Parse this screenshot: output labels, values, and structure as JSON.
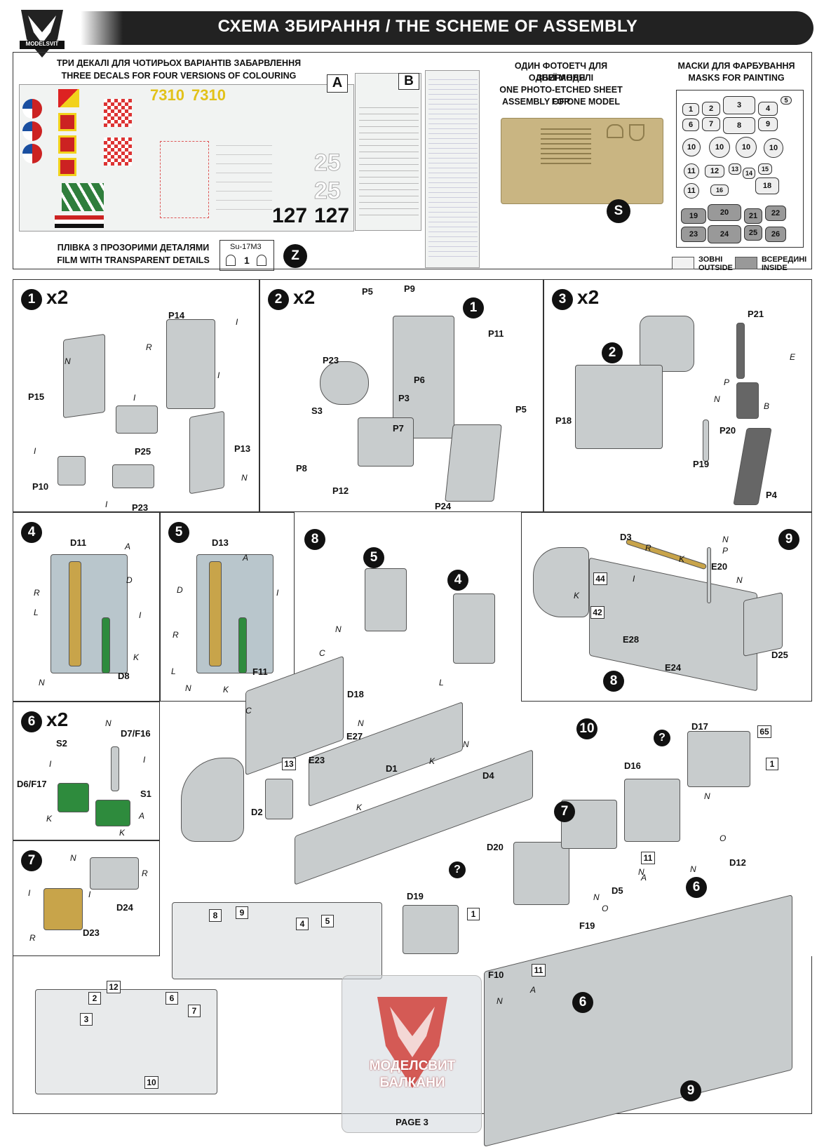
{
  "header": {
    "brand": "MODELSVIT",
    "title": "СХЕМА ЗБИРАННЯ / THE SCHEME OF ASSEMBLY"
  },
  "decals": {
    "line1": "ТРИ ДЕКАЛІ ДЛЯ ЧОТИРЬОХ ВАРІАНТІВ ЗАБАРВЛЕННЯ",
    "line2": "THREE DECALS FOR FOUR VERSIONS OF COLOURING",
    "sheet_a": "A",
    "sheet_b": "B",
    "big_numbers": [
      "7310",
      "7310",
      "25",
      "25",
      "127",
      "127"
    ]
  },
  "photoetch": {
    "line1": "ОДИН ФОТОЕТЧ ДЛЯ ЗБИРАННЯ",
    "line2": "ОДНЕЇ МОДЕЛІ",
    "line3": "ONE PHOTO-ETCHED SHEET FOR",
    "line4": "ASSEMBLY OF ONE MODEL",
    "sheet": "S"
  },
  "masks": {
    "line1": "МАСКИ ДЛЯ ФАРБУВАННЯ",
    "line2": "MASKS FOR PAINTING",
    "numbers": [
      "1",
      "2",
      "3",
      "4",
      "5",
      "6",
      "7",
      "8",
      "9",
      "10",
      "10",
      "10",
      "10",
      "11",
      "12",
      "13",
      "14",
      "15",
      "11",
      "16",
      "18",
      "19",
      "20",
      "21",
      "22",
      "23",
      "24",
      "25",
      "26"
    ],
    "legend_outside_ua": "ЗОВНІ",
    "legend_outside_en": "OUTSIDE",
    "legend_inside_ua": "ВСЕРЕДИНІ",
    "legend_inside_en": "INSIDE"
  },
  "film": {
    "line1": "ПЛІВКА З ПРОЗОРИМИ ДЕТАЛЯМИ",
    "line2": "FILM WITH TRANSPARENT DETAILS",
    "label": "Su-17M3",
    "part": "1",
    "sheet": "Z"
  },
  "steps": {
    "s1": {
      "num": "1",
      "mult": "x2",
      "labels": [
        "P14",
        "P15",
        "P25",
        "P13",
        "P10",
        "P23"
      ],
      "colors": [
        "I",
        "R",
        "N",
        "I",
        "I",
        "I",
        "N",
        "I"
      ]
    },
    "s2": {
      "num": "2",
      "mult": "x2",
      "labels": [
        "P5",
        "P9",
        "P23",
        "P6",
        "P11",
        "P3",
        "S3",
        "P7",
        "P5",
        "P8",
        "P12",
        "P24"
      ],
      "ref": "1"
    },
    "s3": {
      "num": "3",
      "mult": "x2",
      "labels": [
        "P21",
        "P18",
        "P20",
        "P19",
        "P4"
      ],
      "ref": "2",
      "colors": [
        "E",
        "P",
        "N",
        "B"
      ]
    },
    "s4": {
      "num": "4",
      "labels": [
        "D11",
        "D8"
      ],
      "colors": [
        "A",
        "D",
        "R",
        "L",
        "I",
        "K",
        "N"
      ]
    },
    "s5": {
      "num": "5",
      "labels": [
        "D13",
        "F11"
      ],
      "colors": [
        "A",
        "D",
        "I",
        "R",
        "L",
        "N",
        "K"
      ]
    },
    "s6": {
      "num": "6",
      "mult": "x2",
      "labels": [
        "D7/F16",
        "S2",
        "S1",
        "D6/F17"
      ],
      "colors": [
        "N",
        "I",
        "I",
        "K",
        "A",
        "K"
      ]
    },
    "s7": {
      "num": "7",
      "labels": [
        "D24",
        "D23"
      ],
      "colors": [
        "N",
        "R",
        "I",
        "I",
        "R"
      ]
    },
    "s8": {
      "num": "8",
      "labels": [
        "D18",
        "E27",
        "E23",
        "D1",
        "D4",
        "D2"
      ],
      "refs": [
        "5",
        "4"
      ],
      "boxes": [
        "13"
      ],
      "colors": [
        "N",
        "C",
        "L",
        "C",
        "N",
        "N",
        "K",
        "K"
      ]
    },
    "s9": {
      "num": "9",
      "labels": [
        "D3",
        "E20",
        "E28",
        "E24",
        "D25"
      ],
      "boxes": [
        "44",
        "42"
      ],
      "ref": "8",
      "colors": [
        "R",
        "K",
        "N",
        "P",
        "K",
        "I",
        "N"
      ]
    },
    "s10": {
      "num": "10",
      "labels": [
        "D17",
        "D16",
        "D20",
        "D19",
        "D5",
        "D12",
        "F19",
        "F10"
      ],
      "boxes": [
        "65",
        "1",
        "1",
        "11",
        "11"
      ],
      "refs": [
        "7",
        "6",
        "6",
        "9"
      ],
      "colors": [
        "N",
        "N",
        "O",
        "N",
        "A",
        "O",
        "N",
        "A",
        "N"
      ]
    }
  },
  "overview_labels": [
    "8",
    "9",
    "4",
    "5",
    "2",
    "12",
    "6",
    "7",
    "3",
    "10"
  ],
  "watermark": {
    "line1": "МОДЕЛСВИТ",
    "line2": "БАЛКАНИ"
  },
  "footer": {
    "page": "PAGE 3"
  }
}
